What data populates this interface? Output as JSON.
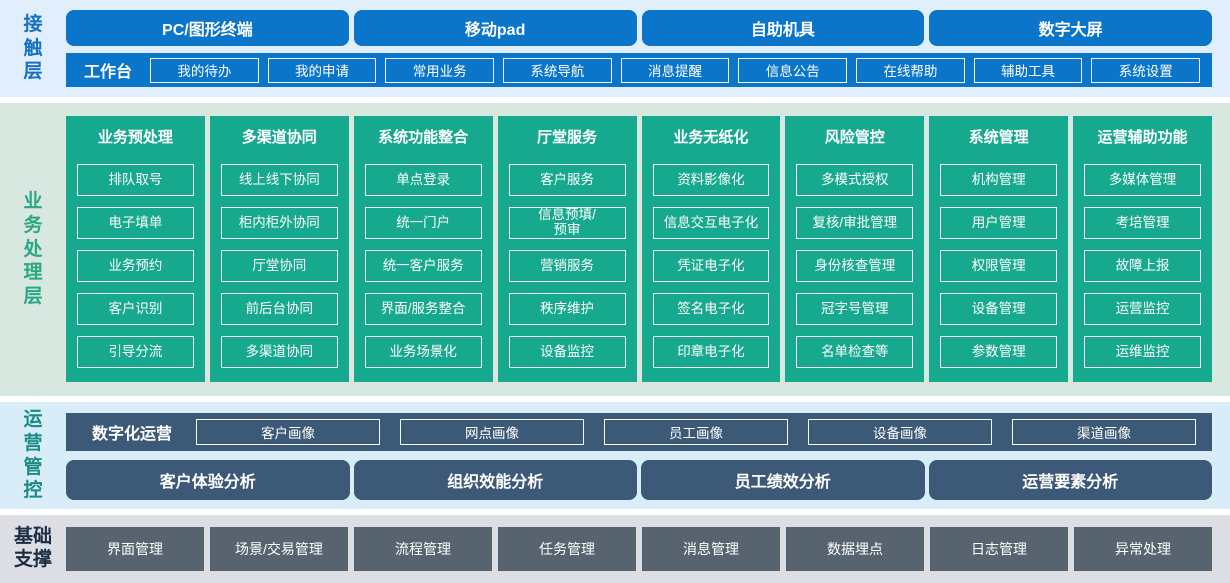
{
  "colors": {
    "blue": "#0b75c9",
    "teal": "#17a98e",
    "slate_blue": "#3c5a77",
    "slate_gray": "#57646f",
    "bg_contact": "#e0effb",
    "bg_business": "#d8e8e1",
    "bg_operations": "#d9edf9",
    "bg_foundation": "#dcdee3",
    "label_blue": "#1671c1",
    "label_green": "#2ba783",
    "label_teal": "#1b8b85",
    "label_navy": "#1b2c44"
  },
  "contact": {
    "label": "接触层",
    "terminals": [
      "PC/图形终端",
      "移动pad",
      "自助机具",
      "数字大屏"
    ],
    "workbench_label": "工作台",
    "workbench_items": [
      "我的待办",
      "我的申请",
      "常用业务",
      "系统导航",
      "消息提醒",
      "信息公告",
      "在线帮助",
      "辅助工具",
      "系统设置"
    ]
  },
  "business": {
    "label": "业务处理层",
    "columns": [
      {
        "title": "业务预处理",
        "items": [
          "排队取号",
          "电子填单",
          "业务预约",
          "客户识别",
          "引导分流"
        ]
      },
      {
        "title": "多渠道协同",
        "items": [
          "线上线下协同",
          "柜内柜外协同",
          "厅堂协同",
          "前后台协同",
          "多渠道协同"
        ]
      },
      {
        "title": "系统功能整合",
        "items": [
          "单点登录",
          "统一门户",
          "统一客户服务",
          "界面/服务整合",
          "业务场景化"
        ]
      },
      {
        "title": "厅堂服务",
        "items": [
          "客户服务",
          "信息预填/\n预审",
          "营销服务",
          "秩序维护",
          "设备监控"
        ]
      },
      {
        "title": "业务无纸化",
        "items": [
          "资料影像化",
          "信息交互电子化",
          "凭证电子化",
          "签名电子化",
          "印章电子化"
        ]
      },
      {
        "title": "风险管控",
        "items": [
          "多模式授权",
          "复核/审批管理",
          "身份核查管理",
          "冠字号管理",
          "名单检查等"
        ]
      },
      {
        "title": "系统管理",
        "items": [
          "机构管理",
          "用户管理",
          "权限管理",
          "设备管理",
          "参数管理"
        ]
      },
      {
        "title": "运营辅助功能",
        "items": [
          "多媒体管理",
          "考培管理",
          "故障上报",
          "运营监控",
          "运维监控"
        ]
      }
    ]
  },
  "operations": {
    "label": "运营管控",
    "digital_label": "数字化运营",
    "profiles": [
      "客户画像",
      "网点画像",
      "员工画像",
      "设备画像",
      "渠道画像"
    ],
    "analysis": [
      "客户体验分析",
      "组织效能分析",
      "员工绩效分析",
      "运营要素分析"
    ]
  },
  "foundation": {
    "label": "基础支撑",
    "items": [
      "界面管理",
      "场景/交易管理",
      "流程管理",
      "任务管理",
      "消息管理",
      "数据埋点",
      "日志管理",
      "异常处理"
    ]
  }
}
